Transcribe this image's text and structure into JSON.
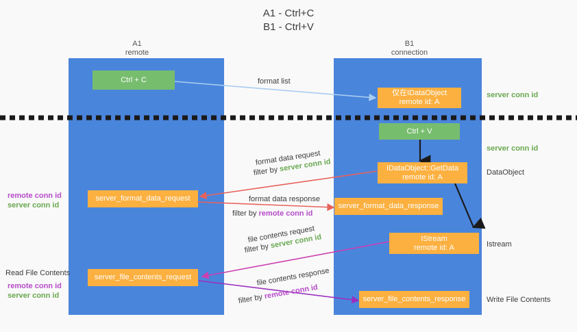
{
  "title": {
    "line1": "A1 - Ctrl+C",
    "line2": "B1 - Ctrl+V"
  },
  "columns": [
    {
      "name": "A1",
      "sub": "remote"
    },
    {
      "name": "B1",
      "sub": "connection"
    }
  ],
  "boxes": {
    "ctrl_c": {
      "label": "Ctrl + C"
    },
    "ctrl_v": {
      "label": "Ctrl + V"
    },
    "idataobject": {
      "line1": "仅在IDataObject",
      "line2": "remote id: A"
    },
    "getdata": {
      "line1": "IDataObject::GetData",
      "line2": "remote id: A"
    },
    "istream": {
      "line1": "IStream",
      "line2": "remote id: A"
    },
    "server_format_data_request": {
      "label": "server_format_data_request"
    },
    "server_format_data_response": {
      "label": "server_format_data_response"
    },
    "server_file_contents_request": {
      "label": "server_file_contents_request"
    },
    "server_file_contents_response": {
      "label": "server_file_contents_response"
    }
  },
  "edge_labels": {
    "format_list": "format list",
    "format_data_request": "format data request",
    "format_data_request_filter_prefix": "filter by ",
    "format_data_request_filter_key": "server conn id",
    "format_data_response": "format data response",
    "format_data_response_filter_prefix": "filter by ",
    "format_data_response_filter_key": "remote conn id",
    "file_contents_request": "file contents request",
    "file_contents_request_filter_prefix": "filter by ",
    "file_contents_request_filter_key": "server conn id",
    "file_contents_response": "file contents response",
    "file_contents_response_filter_prefix": "filter by ",
    "file_contents_response_filter_key": "remote conn id"
  },
  "left_notes": {
    "mid_remote": "remote conn id",
    "mid_server": "server conn id",
    "read_file_contents": "Read File Contents",
    "bottom_remote": "remote conn id",
    "bottom_server": "server conn id"
  },
  "right_notes": {
    "server_conn_id_top": "server conn id",
    "server_conn_id_mid": "server conn id",
    "dataobject": "DataObject",
    "istream": "Istream",
    "write_file_contents": "Write File Contents"
  },
  "colors": {
    "lane": "#4a85dc",
    "green_box": "#77bd6e",
    "orange_box": "#fbb040",
    "green_text": "#69a84f",
    "purple_text": "#b64bc8",
    "arrow_blue": "#a8cdf0",
    "arrow_red": "#e8625c",
    "arrow_magenta": "#cc3fb0",
    "arrow_purple": "#9b30c0",
    "arrow_black": "#1a1a1a",
    "background": "#f9f9f9"
  }
}
